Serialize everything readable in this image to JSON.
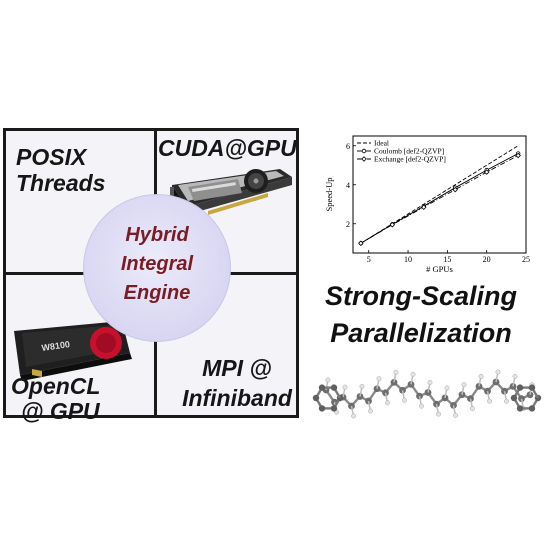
{
  "quadrants": {
    "top_left_line1": "POSIX",
    "top_left_line2": "Threads",
    "top_right": "CUDA@GPU",
    "bottom_left_line1": "OpenCL",
    "bottom_left_line2": "@ GPU",
    "bottom_right_line1": "MPI @",
    "bottom_right_line2": "Infiniband"
  },
  "center": {
    "line1": "Hybrid",
    "line2": "Integral",
    "line3": "Engine"
  },
  "amd_card_label": "W8100",
  "headline": {
    "line1": "Strong-Scaling",
    "line2": "Parallelization"
  },
  "colors": {
    "center_text": "#7a1c24",
    "circle_fill": "#dcdaf4",
    "amd_red": "#c8102e"
  },
  "chart_data": {
    "type": "line",
    "xlabel": "# GPUs",
    "ylabel": "Speed-Up",
    "xlim": [
      3,
      25
    ],
    "ylim": [
      0.5,
      6.5
    ],
    "x_ticks": [
      5,
      10,
      15,
      20,
      25
    ],
    "y_ticks": [
      2,
      4,
      6
    ],
    "legend_position": "top-left",
    "grid": false,
    "series": [
      {
        "name": "Ideal",
        "style": "dashed",
        "marker": "none",
        "x": [
          4,
          24
        ],
        "y": [
          1,
          6
        ]
      },
      {
        "name": "Coulomb [def2-QZVP]",
        "style": "solid",
        "marker": "circle",
        "x": [
          4,
          8,
          12,
          16,
          20,
          24
        ],
        "y": [
          1.0,
          1.97,
          2.9,
          3.85,
          4.75,
          5.6
        ]
      },
      {
        "name": "Exchange [def2-QZVP]",
        "style": "dashdot",
        "marker": "diamond",
        "x": [
          4,
          8,
          12,
          16,
          20,
          24
        ],
        "y": [
          1.0,
          1.95,
          2.85,
          3.75,
          4.65,
          5.5
        ]
      }
    ]
  }
}
